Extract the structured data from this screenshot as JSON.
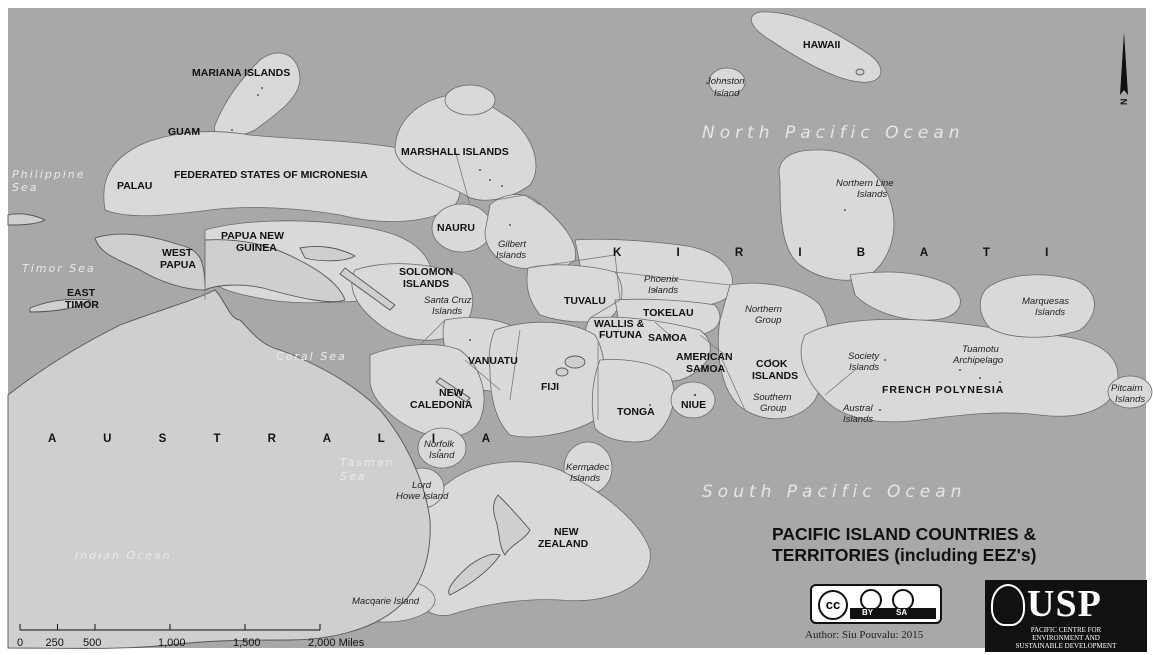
{
  "ocean_labels": {
    "north_pacific": "North Pacific Ocean",
    "south_pacific": "South Pacific Ocean",
    "indian": "Indian Ocean",
    "coral_sea": "Coral Sea",
    "tasman_1": "Tasman",
    "tasman_2": "Sea",
    "timor_sea": "Timor Sea",
    "philippine_1": "Philippine",
    "philippine_2": "Sea"
  },
  "countries": {
    "hawaii": "HAWAII",
    "mariana": "MARIANA ISLANDS",
    "guam": "GUAM",
    "palau": "PALAU",
    "fsm": "FEDERATED STATES OF MICRONESIA",
    "marshall": "MARSHALL ISLANDS",
    "nauru": "NAURU",
    "png_1": "PAPUA NEW",
    "png_2": "GUINEA",
    "west_papua_1": "WEST",
    "west_papua_2": "PAPUA",
    "east_timor_1": "EAST",
    "east_timor_2": "TIMOR",
    "solomon_1": "SOLOMON",
    "solomon_2": "ISLANDS",
    "kiribati": "K I R I B A T I",
    "tuvalu": "TUVALU",
    "tokelau": "TOKELAU",
    "wallis_1": "WALLIS &",
    "wallis_2": "FUTUNA",
    "samoa": "SAMOA",
    "american_samoa_1": "AMERICAN",
    "american_samoa_2": "SAMOA",
    "vanuatu": "VANUATU",
    "fiji": "FIJI",
    "new_caledonia_1": "NEW",
    "new_caledonia_2": "CALEDONIA",
    "tonga": "TONGA",
    "niue": "NIUE",
    "cook_1": "COOK",
    "cook_2": "ISLANDS",
    "french_polynesia": "FRENCH POLYNESIA",
    "australia": "A U S T R A L I A",
    "nz_1": "NEW",
    "nz_2": "ZEALAND"
  },
  "places": {
    "johnston_1": "Johnston",
    "johnston_2": "Island",
    "northern_line_1": "Northern Line",
    "northern_line_2": "Islands",
    "gilbert_1": "Gilbert",
    "gilbert_2": "Islands",
    "phoenix_1": "Phoenix",
    "phoenix_2": "Islands",
    "santa_cruz_1": "Santa Cruz",
    "santa_cruz_2": "Islands",
    "northern_group_1": "Northern",
    "northern_group_2": "Group",
    "southern_group_1": "Southern",
    "southern_group_2": "Group",
    "marquesas_1": "Marquesas",
    "marquesas_2": "Islands",
    "tuamotu_1": "Tuamotu",
    "tuamotu_2": "Archipelago",
    "society_1": "Society",
    "society_2": "Islands",
    "austral_1": "Austral",
    "austral_2": "Islands",
    "pitcairn_1": "Pitcairn",
    "pitcairn_2": "Islands",
    "norfolk_1": "Norfolk",
    "norfolk_2": "Island",
    "kermadec_1": "Kermadec",
    "kermadec_2": "Islands",
    "lord_howe_1": "Lord",
    "lord_howe_2": "Howe Island",
    "macquarie": "Macqarie Island"
  },
  "north_arrow": {
    "label": "N"
  },
  "scale_bar": {
    "ticks": [
      "0",
      "250",
      "500",
      "1,000",
      "1,500",
      "2,000 Miles"
    ],
    "values_miles": [
      0,
      250,
      500,
      1000,
      1500,
      2000
    ]
  },
  "title": {
    "line1": "PACIFIC ISLAND COUNTRIES &",
    "line2": "TERRITORIES (including EEZ's)"
  },
  "license": {
    "cc": "cc",
    "by": "BY",
    "sa": "SA"
  },
  "author": "Author: Siu Pouvalu: 2015",
  "logo": {
    "name": "USP",
    "sub_line1": "PACIFIC CENTRE FOR",
    "sub_line2": "ENVIRONMENT AND",
    "sub_line3": "SUSTAINABLE DEVELOPMENT"
  },
  "colors": {
    "ocean": "#a8a8a8",
    "eez": "#d9d9d9",
    "land": "#cfcfcf"
  }
}
